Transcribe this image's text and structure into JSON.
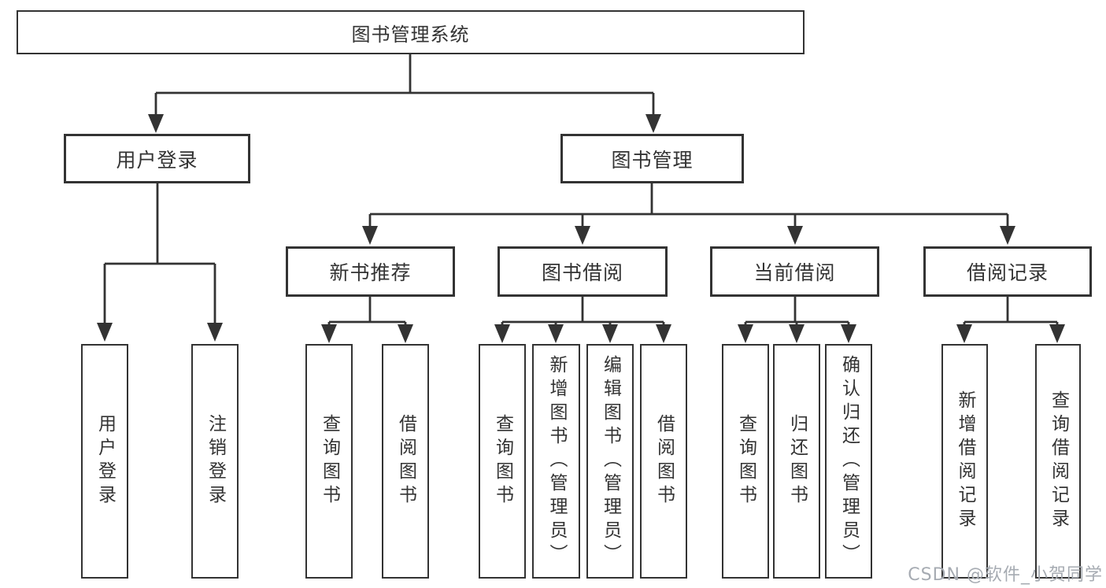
{
  "diagram_title": "图书管理系统",
  "tree": {
    "label": "图书管理系统",
    "children": [
      {
        "label": "用户登录",
        "children": [
          {
            "label": "用户登录"
          },
          {
            "label": "注销登录"
          }
        ]
      },
      {
        "label": "图书管理",
        "children": [
          {
            "label": "新书推荐",
            "children": [
              {
                "label": "查询图书"
              },
              {
                "label": "借阅图书"
              }
            ]
          },
          {
            "label": "图书借阅",
            "children": [
              {
                "label": "查询图书"
              },
              {
                "label": "新增图书（管理员）"
              },
              {
                "label": "编辑图书（管理员）"
              },
              {
                "label": "借阅图书"
              }
            ]
          },
          {
            "label": "当前借阅",
            "children": [
              {
                "label": "查询图书"
              },
              {
                "label": "归还图书"
              },
              {
                "label": "确认归还（管理员）"
              }
            ]
          },
          {
            "label": "借阅记录",
            "children": [
              {
                "label": "新增借阅记录"
              },
              {
                "label": "查询借阅记录"
              }
            ]
          }
        ]
      }
    ]
  },
  "watermark": {
    "text": "CSDN @软件_小贺同学"
  },
  "colors": {
    "line": "#333333",
    "text": "#333333",
    "box_background": "#ffffff",
    "watermark": "#a6abb2"
  }
}
